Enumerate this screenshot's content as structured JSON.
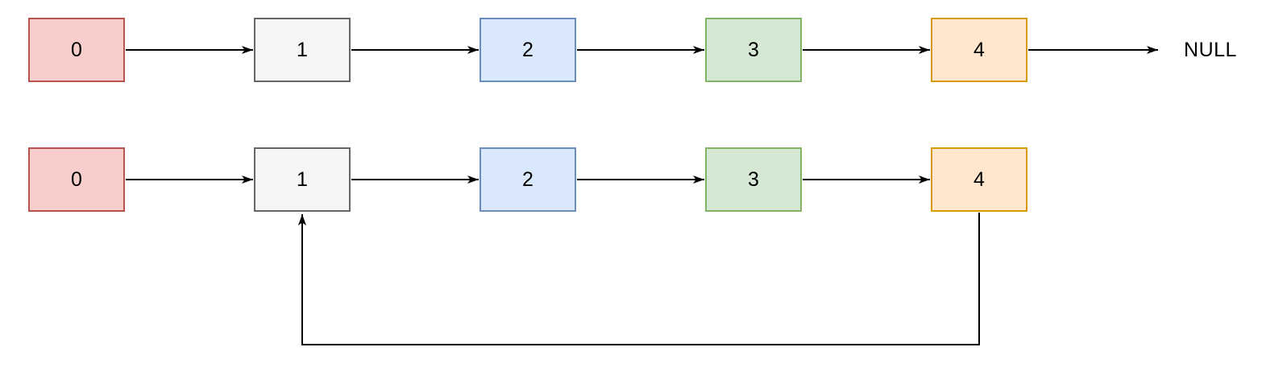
{
  "colors": {
    "background": "#ffffff",
    "arrow": "#000000",
    "label_text": "#000000"
  },
  "list_without_cycle": {
    "description_name": "singly-linked-list-ending-in-null",
    "nodes": [
      {
        "label": "0",
        "fill": "#f8cecc",
        "stroke": "#b85450"
      },
      {
        "label": "1",
        "fill": "#f5f5f5",
        "stroke": "#666666"
      },
      {
        "label": "2",
        "fill": "#dae8fc",
        "stroke": "#6c8ebf"
      },
      {
        "label": "3",
        "fill": "#d5e8d4",
        "stroke": "#82b366"
      },
      {
        "label": "4",
        "fill": "#ffe6cc",
        "stroke": "#d79b00"
      }
    ],
    "terminator_label": "NULL"
  },
  "list_with_cycle": {
    "description_name": "singly-linked-list-with-cycle",
    "nodes": [
      {
        "label": "0",
        "fill": "#f8cecc",
        "stroke": "#b85450"
      },
      {
        "label": "1",
        "fill": "#f5f5f5",
        "stroke": "#666666"
      },
      {
        "label": "2",
        "fill": "#dae8fc",
        "stroke": "#6c8ebf"
      },
      {
        "label": "3",
        "fill": "#d5e8d4",
        "stroke": "#82b366"
      },
      {
        "label": "4",
        "fill": "#ffe6cc",
        "stroke": "#d79b00"
      }
    ],
    "cycle": {
      "from_label": "4",
      "to_label": "1"
    }
  }
}
